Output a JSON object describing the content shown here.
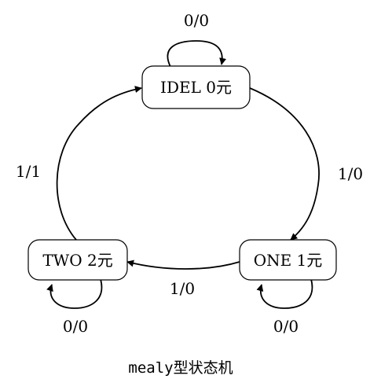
{
  "diagram": {
    "caption": "mealy型状态机",
    "states": {
      "idel": "IDEL 0元",
      "one": "ONE 1元",
      "two": "TWO 2元"
    },
    "transitions": {
      "idel_self": "0/0",
      "idel_to_one": "1/0",
      "one_self": "0/0",
      "one_to_two": "1/0",
      "two_self": "0/0",
      "two_to_idel": "1/1"
    }
  }
}
